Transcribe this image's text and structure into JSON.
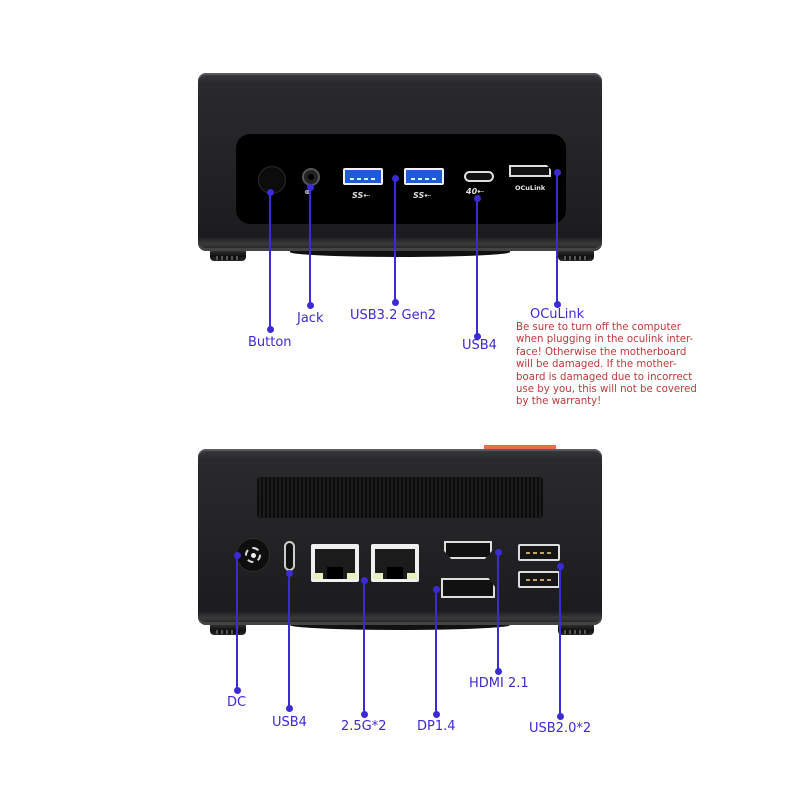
{
  "colors": {
    "callout": "#3b2bd6",
    "warning": "#c0393b",
    "chassis": "#232325",
    "usb3_port": "#1e5bd6",
    "accent_tab": "#f06a4a"
  },
  "front_view": {
    "port_captions": {
      "usb3_a_logo": "SS⇠",
      "usb3_b_logo": "SS⇠",
      "usb4_logo": "40⇠",
      "oculink": "OCuLink",
      "headphone_icon": "headphone-icon"
    },
    "callouts": {
      "button": "Button",
      "jack": "Jack",
      "usb32": "USB3.2 Gen2",
      "usb4": "USB4",
      "oculink": "OCuLink"
    },
    "warning": "Be sure to turn off the computer\nwhen plugging in the oculink inter-\nface! Otherwise the motherboard\nwill be damaged. If the mother-\nboard is damaged due to incorrect\nuse by you, this will not be covered\nby the warranty!"
  },
  "back_view": {
    "callouts": {
      "dc": "DC",
      "usb4": "USB4",
      "lan": "2.5G*2",
      "dp": "DP1.4",
      "hdmi": "HDMI 2.1",
      "usb2": "USB2.0*2"
    }
  }
}
